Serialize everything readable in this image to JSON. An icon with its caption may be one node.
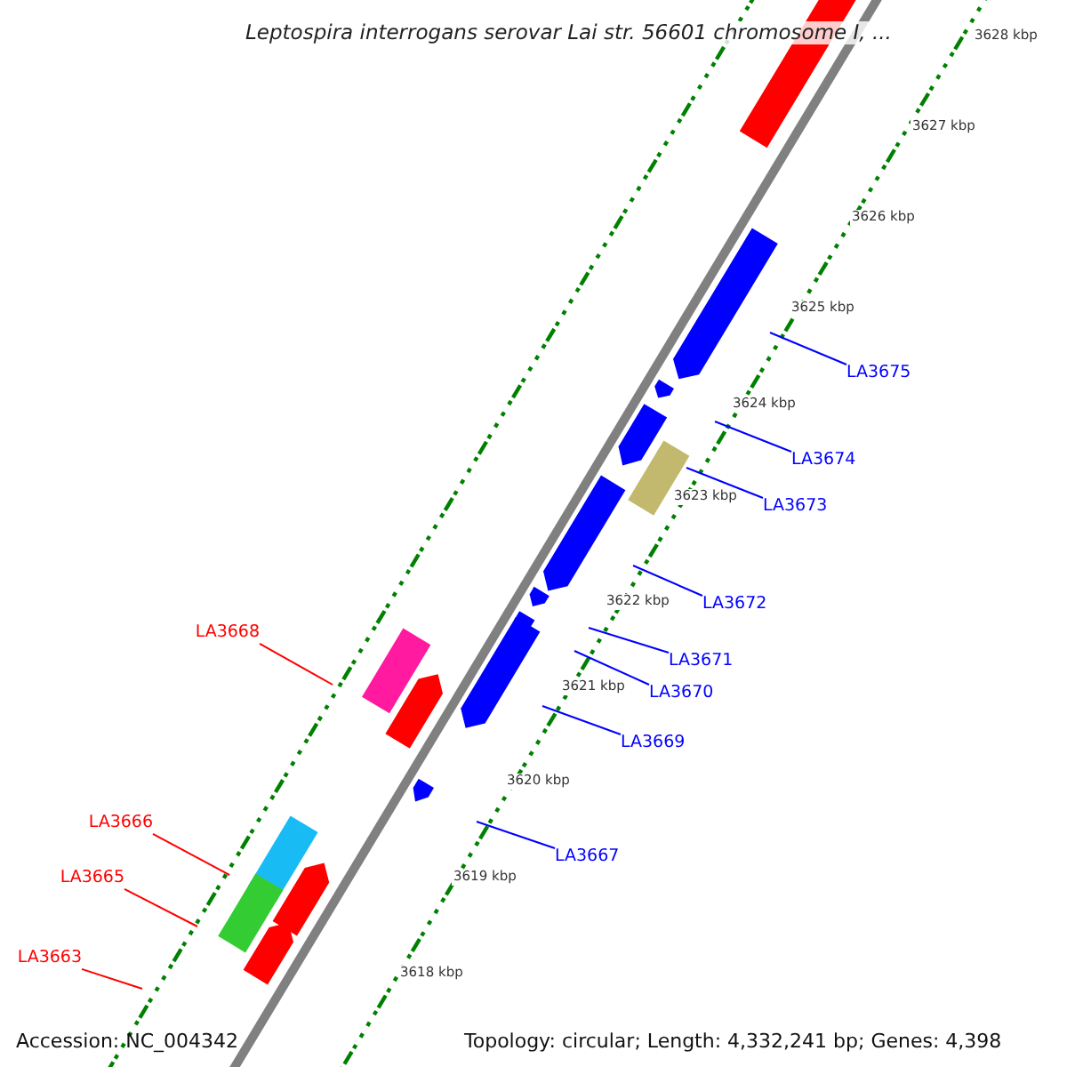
{
  "diagram": {
    "title": "Leptospira interrogans serovar Lai str. 56601 chromosome I, ...",
    "nodes": [
      {
        "text": [
          "LA3675"
        ]
      },
      {
        "text": [
          "LA3674"
        ]
      },
      {
        "text": [
          "LA3673"
        ]
      },
      {
        "text": [
          "LA3672"
        ]
      },
      {
        "text": [
          "LA3671"
        ]
      },
      {
        "text": [
          "LA3670"
        ]
      },
      {
        "text": [
          "LA3669"
        ]
      },
      {
        "text": [
          "LA3668"
        ]
      },
      {
        "text": [
          "LA3667"
        ]
      },
      {
        "text": [
          "LA3666"
        ]
      },
      {
        "text": [
          "LA3665"
        ]
      },
      {
        "text": [
          "LA3663"
        ]
      }
    ],
    "edges": [
      {
        "from": 0,
        "to": null,
        "arrow": "none"
      },
      {
        "from": 1,
        "to": null,
        "arrow": "none"
      },
      {
        "from": 2,
        "to": null,
        "arrow": "none"
      },
      {
        "from": 3,
        "to": null,
        "arrow": "none"
      },
      {
        "from": 4,
        "to": null,
        "arrow": "none"
      },
      {
        "from": 5,
        "to": null,
        "arrow": "none"
      },
      {
        "from": 6,
        "to": null,
        "arrow": "none"
      },
      {
        "from": 7,
        "to": null,
        "arrow": "none",
        "color": "#ff0000"
      },
      {
        "from": 8,
        "to": null,
        "arrow": "none"
      },
      {
        "from": 9,
        "to": null,
        "arrow": "none",
        "color": "#ff0000"
      },
      {
        "from": 10,
        "to": null,
        "arrow": "none",
        "color": "#ff0000"
      },
      {
        "from": 11,
        "to": null,
        "arrow": "none",
        "color": "#ff0000"
      }
    ],
    "labels": [
      "3628 kbp",
      "3627 kbp",
      "3626 kbp",
      "3625 kbp",
      "3624 kbp",
      "3623 kbp",
      "3622 kbp",
      "3621 kbp",
      "3620 kbp",
      "3619 kbp",
      "3618 kbp",
      "Accession: NC_004342",
      "Topology: circular; Length: 4,332,241 bp; Genes: 4,398"
    ]
  }
}
